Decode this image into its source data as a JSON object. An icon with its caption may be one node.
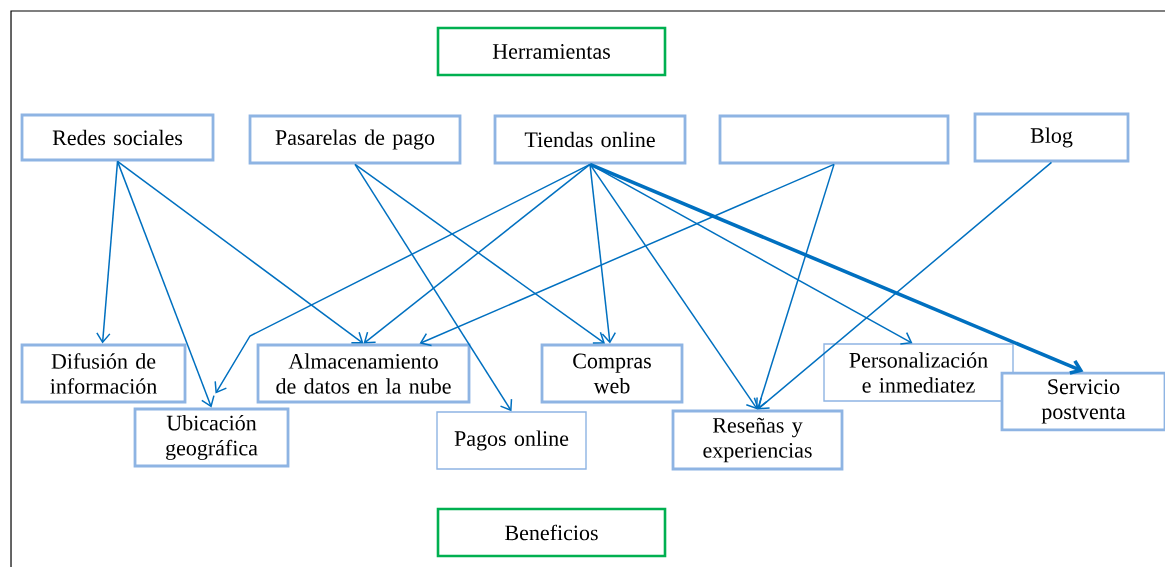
{
  "diagram": {
    "nodes": [
      {
        "text": [
          "Herramientas"
        ]
      },
      {
        "text": [
          "Redes sociales"
        ]
      },
      {
        "text": [
          "Pasarelas de pago"
        ]
      },
      {
        "text": [
          "Tiendas  online"
        ]
      },
      {
        "text": [],
        "shape": "box"
      },
      {
        "text": [
          "Blog"
        ]
      },
      {
        "text": [
          "Difusión de información"
        ]
      },
      {
        "text": [
          "Ubicación geográfica"
        ]
      },
      {
        "text": [
          "Almacenamiento de datos en la nube"
        ]
      },
      {
        "text": [
          "Pagos online"
        ]
      },
      {
        "text": [
          "Compras web"
        ]
      },
      {
        "text": [
          "Reseñas y experiencias"
        ]
      },
      {
        "text": [
          "Personalización e inmediatez"
        ]
      },
      {
        "text": [
          "Servicio postventa"
        ]
      },
      {
        "text": [
          "Beneficios"
        ]
      }
    ],
    "edges": [
      {
        "from": 1,
        "to": 6,
        "arrow": "to"
      },
      {
        "from": 1,
        "to": 7,
        "arrow": "to"
      },
      {
        "from": 1,
        "to": 8,
        "arrow": "to"
      },
      {
        "from": 2,
        "to": 10,
        "arrow": "to"
      },
      {
        "from": 2,
        "to": 9,
        "arrow": "to"
      },
      {
        "from": 3,
        "to": 7,
        "arrow": "to"
      },
      {
        "from": 3,
        "to": 8,
        "arrow": "to"
      },
      {
        "from": 3,
        "to": 10,
        "arrow": "to"
      },
      {
        "from": 3,
        "to": 11,
        "arrow": "to"
      },
      {
        "from": 3,
        "to": 12,
        "arrow": "to"
      },
      {
        "from": 3,
        "to": 13,
        "arrow": "to",
        "style": "thick"
      },
      {
        "from": 4,
        "to": 8,
        "arrow": "to"
      },
      {
        "from": 4,
        "to": 11,
        "arrow": "to"
      },
      {
        "from": 5,
        "to": 11,
        "arrow": "to"
      }
    ]
  }
}
